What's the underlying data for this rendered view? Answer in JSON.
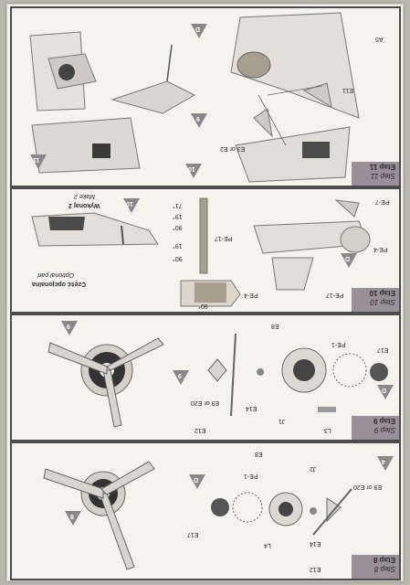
{
  "page": {
    "steps": [
      {
        "id": "step11",
        "title_pl": "Etap 11",
        "title_en": "Step 11",
        "markers": [
          "D",
          "9",
          "10",
          "11"
        ],
        "labels": [
          "A5",
          "E11",
          "E3 or E2"
        ]
      },
      {
        "id": "step10",
        "title_pl": "Etap 10",
        "title_en": "Step 10",
        "markers": [
          "10",
          "D"
        ],
        "note_pl": "Część opcjonalna",
        "note_en": "Optional part",
        "do2_pl": "Wykonaj 2",
        "do2_en": "Make 2",
        "labels": [
          "PE-7",
          "PE-4",
          "PE-17",
          "PE-17",
          "PE-4",
          "71°",
          "19°",
          "90°",
          "19°",
          "90°",
          "90°"
        ]
      },
      {
        "id": "step9",
        "title_pl": "Etap 9",
        "title_en": "Step 9",
        "markers": [
          "9",
          "9",
          "D"
        ],
        "labels": [
          "E8",
          "PE-1",
          "E17",
          "E9 or E20",
          "E14",
          "J1",
          "L3",
          "E12"
        ]
      },
      {
        "id": "step8",
        "title_pl": "Etap 8",
        "title_en": "Step 8",
        "markers": [
          "8",
          "D",
          "4"
        ],
        "labels": [
          "E8",
          "J2",
          "PE-1",
          "E9 or E20",
          "E17",
          "L4",
          "E14",
          "E12"
        ]
      }
    ]
  }
}
